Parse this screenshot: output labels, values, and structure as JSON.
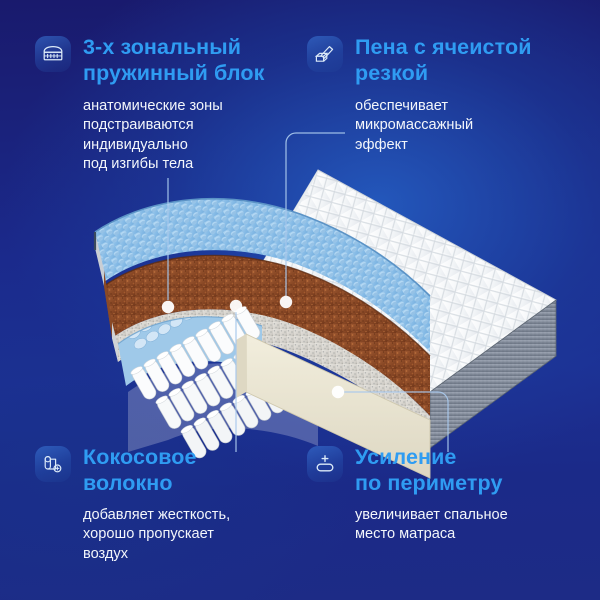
{
  "theme": {
    "bg_top": "#191a6d",
    "bg_mid": "#1c2f93",
    "accent_title": "#2f9cf2",
    "body_text": "#f3f6fb",
    "leader_line": "#9fc4ec",
    "cover_white": "#f4f6f8",
    "foam_blue": "#8fc0e8",
    "coir_brown": "#8b4a28",
    "spring_white": "#f0f2f4",
    "side_grey": "#7b8494",
    "base_foam": "#e8e4d5"
  },
  "features": [
    {
      "id": "spring-block",
      "icon": "spring-block-icon",
      "title": "3-х зональный\nпружинный блок",
      "desc": "анатомические зоны\nподстраиваются\nиндивидуально\nпод изгибы тела"
    },
    {
      "id": "foam",
      "icon": "foam-cut-icon",
      "title": "Пена с ячеистой\nрезкой",
      "desc": "обеспечивает\nмикромассажный\nэффект"
    },
    {
      "id": "coir",
      "icon": "coir-roll-icon",
      "title": "Кокосовое\nволокно",
      "desc": "добавляет жесткость,\nхорошо пропускает\nвоздух"
    },
    {
      "id": "perimeter",
      "icon": "perimeter-plus-icon",
      "title": "Усиление\nпо периметру",
      "desc": "увеличивает спальное\nместо матраса"
    }
  ],
  "illustration": {
    "name": "mattress-cutaway-diagram",
    "layers": [
      "quilted-cover",
      "cellular-foam",
      "coconut-coir",
      "pocket-springs",
      "perimeter-foam-base",
      "grey-side-panel"
    ]
  }
}
